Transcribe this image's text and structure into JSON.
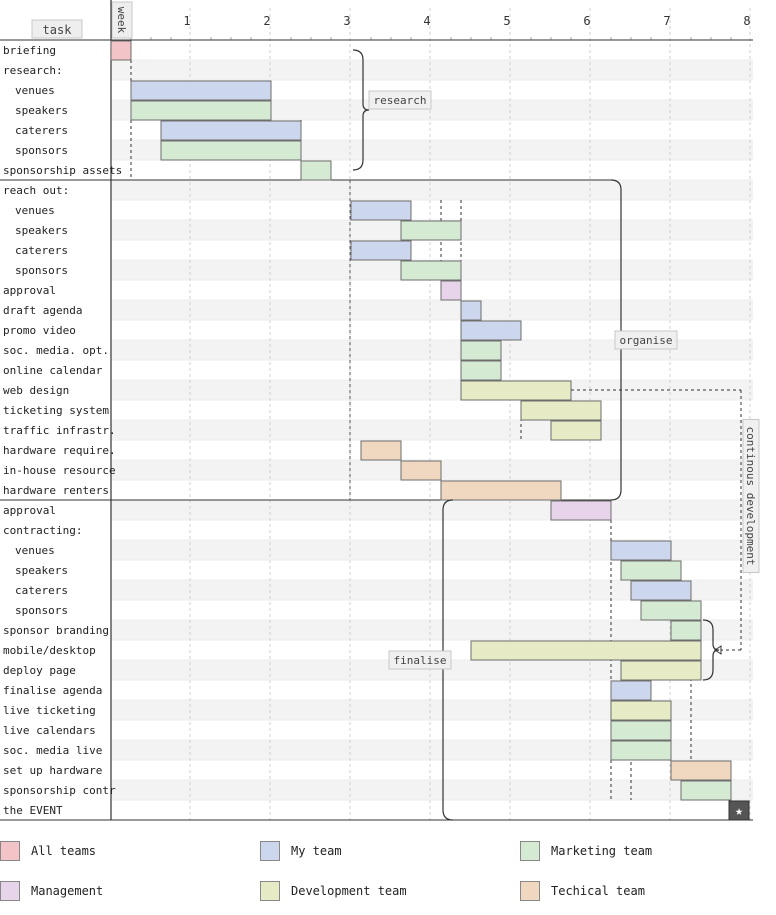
{
  "chart_data": {
    "type": "gantt",
    "title": "",
    "header": {
      "task_label": "task",
      "week_label": "week"
    },
    "x_unit": "week",
    "xlim": [
      0,
      8
    ],
    "ticks": [
      1,
      2,
      3,
      4,
      5,
      6,
      7,
      8
    ],
    "rows": [
      {
        "label": "briefing",
        "indent": false
      },
      {
        "label": "research:",
        "indent": false
      },
      {
        "label": "venues",
        "indent": true
      },
      {
        "label": "speakers",
        "indent": true
      },
      {
        "label": "caterers",
        "indent": true
      },
      {
        "label": "sponsors",
        "indent": true
      },
      {
        "label": "sponsorship assets",
        "indent": false
      },
      {
        "label": "reach out:",
        "indent": false
      },
      {
        "label": "venues",
        "indent": true
      },
      {
        "label": "speakers",
        "indent": true
      },
      {
        "label": "caterers",
        "indent": true
      },
      {
        "label": "sponsors",
        "indent": true
      },
      {
        "label": "approval",
        "indent": false
      },
      {
        "label": "draft agenda",
        "indent": false
      },
      {
        "label": "promo video",
        "indent": false
      },
      {
        "label": "soc. media. opt.",
        "indent": false
      },
      {
        "label": "online calendar",
        "indent": false
      },
      {
        "label": "web design",
        "indent": false
      },
      {
        "label": "ticketing system",
        "indent": false
      },
      {
        "label": "traffic infrastr.",
        "indent": false
      },
      {
        "label": "hardware require.",
        "indent": false
      },
      {
        "label": "in-house resource",
        "indent": false
      },
      {
        "label": "hardware renters",
        "indent": false
      },
      {
        "label": "approval",
        "indent": false
      },
      {
        "label": "contracting:",
        "indent": false
      },
      {
        "label": "venues",
        "indent": true
      },
      {
        "label": "speakers",
        "indent": true
      },
      {
        "label": "caterers",
        "indent": true
      },
      {
        "label": "sponsors",
        "indent": true
      },
      {
        "label": "sponsor branding",
        "indent": false
      },
      {
        "label": "mobile/desktop",
        "indent": false
      },
      {
        "label": "deploy page",
        "indent": false
      },
      {
        "label": "finalise agenda",
        "indent": false
      },
      {
        "label": "live ticketing",
        "indent": false
      },
      {
        "label": "live calendars",
        "indent": false
      },
      {
        "label": "soc. media live",
        "indent": false
      },
      {
        "label": "set up hardware",
        "indent": false
      },
      {
        "label": "sponsorship contr",
        "indent": false
      },
      {
        "label": "the EVENT",
        "indent": false
      }
    ],
    "bars": [
      {
        "row": 0,
        "start": 0.0,
        "end": 0.25,
        "team": "all"
      },
      {
        "row": 2,
        "start": 0.25,
        "end": 2.0,
        "team": "my"
      },
      {
        "row": 3,
        "start": 0.25,
        "end": 2.0,
        "team": "marketing"
      },
      {
        "row": 4,
        "start": 0.625,
        "end": 2.375,
        "team": "my"
      },
      {
        "row": 5,
        "start": 0.625,
        "end": 2.375,
        "team": "marketing"
      },
      {
        "row": 6,
        "start": 2.375,
        "end": 2.75,
        "team": "marketing"
      },
      {
        "row": 8,
        "start": 3.0,
        "end": 3.75,
        "team": "my"
      },
      {
        "row": 9,
        "start": 3.625,
        "end": 4.375,
        "team": "marketing"
      },
      {
        "row": 10,
        "start": 3.0,
        "end": 3.75,
        "team": "my"
      },
      {
        "row": 11,
        "start": 3.625,
        "end": 4.375,
        "team": "marketing"
      },
      {
        "row": 12,
        "start": 4.125,
        "end": 4.375,
        "team": "management"
      },
      {
        "row": 13,
        "start": 4.375,
        "end": 4.625,
        "team": "my"
      },
      {
        "row": 14,
        "start": 4.375,
        "end": 5.125,
        "team": "my"
      },
      {
        "row": 15,
        "start": 4.375,
        "end": 4.875,
        "team": "marketing"
      },
      {
        "row": 16,
        "start": 4.375,
        "end": 4.875,
        "team": "marketing"
      },
      {
        "row": 17,
        "start": 4.375,
        "end": 5.75,
        "team": "development"
      },
      {
        "row": 18,
        "start": 5.125,
        "end": 6.125,
        "team": "development"
      },
      {
        "row": 19,
        "start": 5.5,
        "end": 6.125,
        "team": "development"
      },
      {
        "row": 20,
        "start": 3.125,
        "end": 3.625,
        "team": "technical"
      },
      {
        "row": 21,
        "start": 3.625,
        "end": 4.125,
        "team": "technical"
      },
      {
        "row": 22,
        "start": 4.125,
        "end": 5.625,
        "team": "technical"
      },
      {
        "row": 23,
        "start": 5.5,
        "end": 6.25,
        "team": "management"
      },
      {
        "row": 25,
        "start": 6.25,
        "end": 7.0,
        "team": "my"
      },
      {
        "row": 26,
        "start": 6.375,
        "end": 7.125,
        "team": "marketing"
      },
      {
        "row": 27,
        "start": 6.5,
        "end": 7.25,
        "team": "my"
      },
      {
        "row": 28,
        "start": 6.625,
        "end": 7.375,
        "team": "marketing"
      },
      {
        "row": 29,
        "start": 7.0,
        "end": 7.375,
        "team": "marketing"
      },
      {
        "row": 30,
        "start": 4.5,
        "end": 7.375,
        "team": "development"
      },
      {
        "row": 31,
        "start": 6.375,
        "end": 7.375,
        "team": "development"
      },
      {
        "row": 32,
        "start": 6.25,
        "end": 6.75,
        "team": "my"
      },
      {
        "row": 33,
        "start": 6.25,
        "end": 7.0,
        "team": "development"
      },
      {
        "row": 34,
        "start": 6.25,
        "end": 7.0,
        "team": "marketing"
      },
      {
        "row": 35,
        "start": 6.25,
        "end": 7.0,
        "team": "marketing"
      },
      {
        "row": 36,
        "start": 7.0,
        "end": 7.75,
        "team": "technical"
      },
      {
        "row": 37,
        "start": 7.125,
        "end": 7.75,
        "team": "marketing"
      }
    ],
    "milestone": {
      "row": 38,
      "start": 7.75,
      "end": 8.0,
      "symbol": "★"
    },
    "dependencies": [
      {
        "x": 0.25,
        "row_from": 1,
        "row_to": 7
      },
      {
        "x": 2.375,
        "row_from": 4,
        "row_to": 7
      },
      {
        "x": 4.125,
        "row_from": 8,
        "row_to": 12
      },
      {
        "x": 4.375,
        "row_from": 8,
        "row_to": 12
      },
      {
        "x": 5.125,
        "row_from": 18,
        "row_to": 20
      },
      {
        "x": 6.25,
        "row_from": 24,
        "row_to": 38
      },
      {
        "x": 6.5,
        "row_from": 31,
        "row_to": 38
      },
      {
        "x": 7.25,
        "row_from": 31,
        "row_to": 37
      }
    ],
    "groups": [
      {
        "label": "research",
        "row_start": 0,
        "row_end": 6,
        "bracket_x": 3.0,
        "label_x": 3.25
      },
      {
        "label": "organise",
        "row_start": 7,
        "row_end": 22,
        "bracket_x": 6.25,
        "label_x": 6.5
      },
      {
        "label": "finalise",
        "row_start": 23,
        "row_end": 38,
        "bracket_x": 4.25,
        "label_x": 3.5
      }
    ],
    "continuous_development": {
      "label": "continous development",
      "x": 7.875,
      "from_row": 17,
      "to_row": 30,
      "bracket_rows": [
        29,
        31
      ]
    },
    "legend": [
      {
        "team": "all",
        "label": "All teams",
        "color": "#f2c4c8"
      },
      {
        "team": "my",
        "label": "My team",
        "color": "#ccd6ec"
      },
      {
        "team": "marketing",
        "label": "Marketing team",
        "color": "#d5ead3"
      },
      {
        "team": "management",
        "label": "Management",
        "color": "#e8d4ea"
      },
      {
        "team": "development",
        "label": "Development team",
        "color": "#e6ebc6"
      },
      {
        "team": "technical",
        "label": "Techical team",
        "color": "#f0d8c0"
      }
    ],
    "grid": true
  }
}
